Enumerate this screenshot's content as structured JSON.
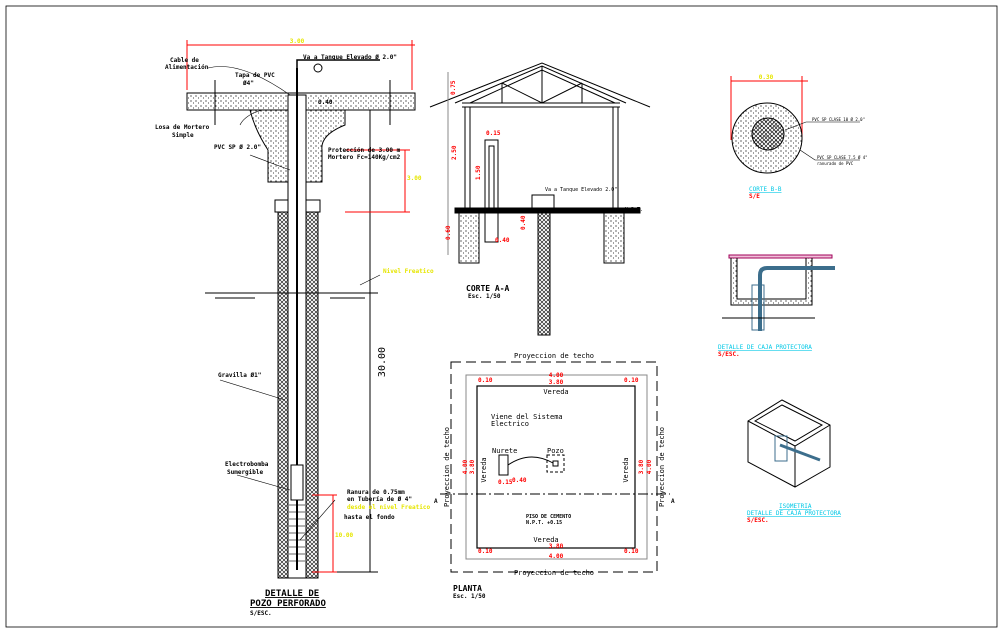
{
  "colors": {
    "dimension": "#ff0000",
    "dim_text_alt": "#e6e600",
    "title_cyan": "#00c8e6",
    "pipe": "#3c6e8c",
    "line": "#000000"
  },
  "well_detail": {
    "title_1": "DETALLE DE",
    "title_2": "POZO PERFORADO",
    "scale": "S/ESC.",
    "dim_top": "3.00",
    "dim_protection": "3.00",
    "dim_depth": "30.00",
    "dim_slot": "10.00",
    "dim_slab": "0.40",
    "to_tank": "Va a Tanque Elevado Ø 2.0\"",
    "cable_1": "Cable de",
    "cable_2": "Alimentación",
    "cap_1": "Tapa de PVC",
    "cap_2": "Ø4\"",
    "slab_1": "Losa de Mortero",
    "slab_2": "Simple",
    "pvc": "PVC SP Ø 2.0\"",
    "protection_1": "Protección de 3.00 m",
    "protection_2": "Mortero Fc=140Kg/cm2",
    "water_table": "Nivel Freatico",
    "gravel": "Gravilla Ø1\"",
    "pump_1": "Electrobomba",
    "pump_2": "Sumergible",
    "slot_1": "Ranura de 0.75mm",
    "slot_2": "en Tubería de Ø 4\"",
    "slot_3": "desde el nivel Freatico",
    "slot_4": "hasta el fondo"
  },
  "section_aa": {
    "title": "CORTE A-A",
    "scale": "Esc. 1/50",
    "dim_roof": "0.75",
    "dim_wall": "2.50",
    "dim_footing": "0.60",
    "dim_box_w": "0.40",
    "dim_box_h": "0.40",
    "dim_panel": "0.15",
    "dim_panel_h": "1.50",
    "to_tank": "Va a Tanque Elevado 2.0\"",
    "npt": "N.P.T."
  },
  "plan": {
    "title": "PLANTA",
    "scale": "Esc. 1/50",
    "roof_projection": "Proyeccion de techo",
    "sidewalk": "Vereda",
    "from_electrical_1": "Viene del Sistema",
    "from_electrical_2": "Electrico",
    "wall": "Nurete",
    "well": "Pozo",
    "dim_outer": "4.00",
    "dim_inner": "3.80",
    "dim_margin": "0.10",
    "dim_box": "0.40",
    "dim_small": "0.15",
    "floor_1": "PISO DE CEMENTO",
    "floor_2": "N.P.T. +0.15",
    "section_mark": "A"
  },
  "section_bb": {
    "title": "CORTE B-B",
    "scale": "S/E",
    "dim": "0.30",
    "note_1": "PVC SP CLASE 10 Ø 2.0\"",
    "note_2": "PVC SP CLASE 7.5 Ø 4\"",
    "note_3": "ranurado de PVC"
  },
  "protective_box": {
    "title": "DETALLE DE CAJA PROTECTORA",
    "scale": "S/ESC."
  },
  "isometric": {
    "title_1": "ISOMETRIA",
    "title_2": "DETALLE DE CAJA PROTECTORA",
    "scale": "S/ESC."
  }
}
